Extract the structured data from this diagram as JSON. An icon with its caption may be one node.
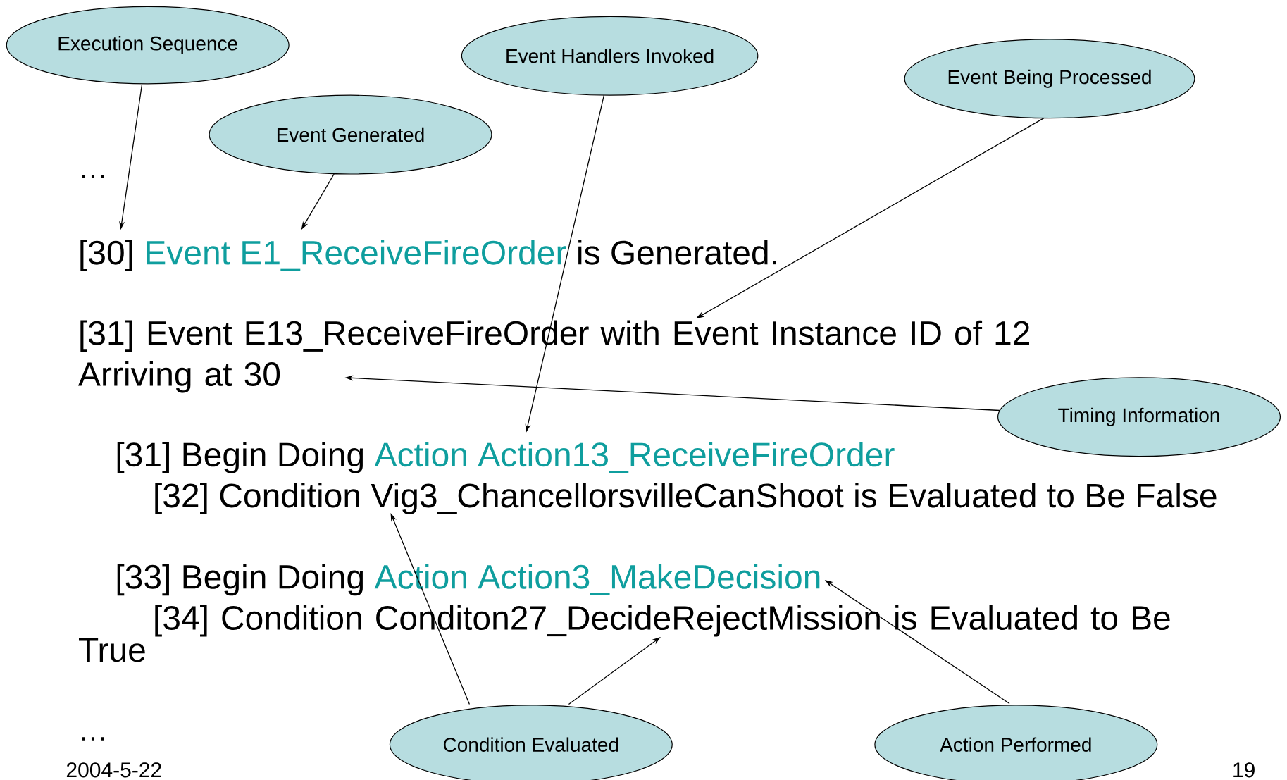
{
  "diagram": {
    "nodes": [
      {
        "text": [
          "Execution Sequence"
        ]
      },
      {
        "text": [
          "Event Generated"
        ]
      },
      {
        "text": [
          "Event Handlers Invoked"
        ]
      },
      {
        "text": [
          "Event Being Processed"
        ]
      },
      {
        "text": [
          "Timing Information"
        ]
      },
      {
        "text": [
          "Condition Evaluated"
        ]
      },
      {
        "text": [
          "Action Performed"
        ]
      },
      {
        "text": [
          "[30]",
          "Event E1_ReceiveFireOrder",
          "is Generated."
        ]
      },
      {
        "text": [
          "[31] Event E13_ReceiveFireOrder with Event Instance ID of 12 Arriving at 30"
        ]
      },
      {
        "text": [
          "[31] Begin Doing",
          "Action Action13_ReceiveFireOrder"
        ]
      },
      {
        "text": [
          "[32] Condition Vig3_ChancellorsvilleCanShoot is Evaluated to Be False"
        ]
      },
      {
        "text": [
          "[33] Begin Doing",
          "Action Action3_MakeDecision"
        ]
      },
      {
        "text": [
          "[34] Condition Conditon27_DecideRejectMission is Evaluated to Be True"
        ]
      }
    ],
    "edges": [
      {
        "from": 0,
        "to": 7,
        "arrow": "to"
      },
      {
        "from": 1,
        "to": 7,
        "arrow": "to"
      },
      {
        "from": 2,
        "to": 9,
        "arrow": "to"
      },
      {
        "from": 3,
        "to": 8,
        "arrow": "to"
      },
      {
        "from": 4,
        "to": 8,
        "arrow": "to"
      },
      {
        "from": 5,
        "to": 10,
        "arrow": "to"
      },
      {
        "from": 5,
        "to": 12,
        "arrow": "to"
      },
      {
        "from": 6,
        "to": 11,
        "arrow": "to"
      }
    ],
    "labels": [
      "…",
      "…",
      "2004-5-22",
      "19"
    ]
  }
}
